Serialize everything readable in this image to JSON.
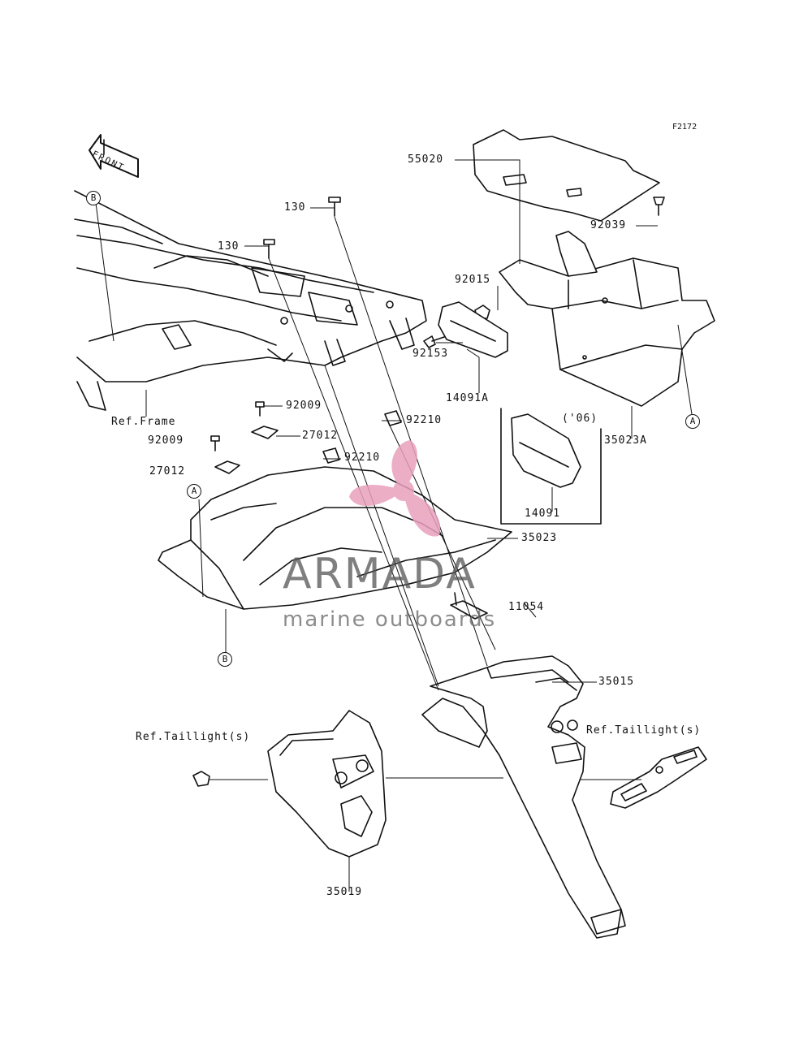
{
  "figure_code": "F2172",
  "front_marker": "FRONT",
  "watermark": {
    "brand": "ARMADA",
    "tagline": "marine outboards",
    "logo_color": "#e8a0bc",
    "text_color": "#555555"
  },
  "callouts": {
    "ref_frame": "Ref.Frame",
    "ref_taillight_left": "Ref.Taillight(s)",
    "ref_taillight_right": "Ref.Taillight(s)",
    "year_note": "('06)"
  },
  "part_numbers": {
    "p55020": "55020",
    "p130_top": "130",
    "p130_left": "130",
    "p92039": "92039",
    "p92015": "92015",
    "p92153": "92153",
    "p14091A": "14091A",
    "p92009_a": "92009",
    "p92009_b": "92009",
    "p27012_a": "27012",
    "p27012_b": "27012",
    "p92210_a": "92210",
    "p92210_b": "92210",
    "p35023A": "35023A",
    "p14091": "14091",
    "p35023": "35023",
    "p11054": "11054",
    "p35015": "35015",
    "p35019": "35019"
  },
  "reference_markers": {
    "b_top": "B",
    "a_right": "A",
    "a_left": "A",
    "b_bottom": "B"
  }
}
